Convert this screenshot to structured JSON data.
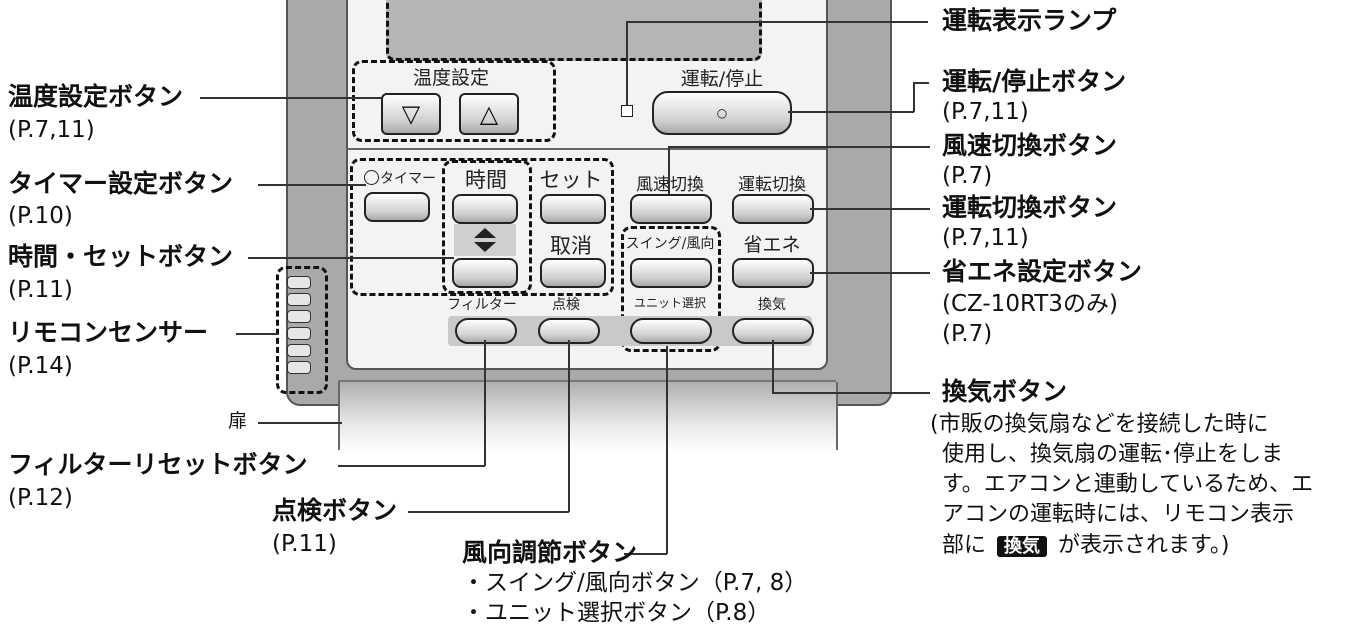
{
  "panel": {
    "temp_setting": "温度設定",
    "temp_down": "▽",
    "temp_up": "△",
    "run_stop": "運転/停止",
    "run_stop_symbol": "○",
    "timer": "タイマー",
    "hour": "時間",
    "set": "セット",
    "cancel": "取消",
    "fan_speed": "風速切換",
    "mode_switch": "運転切換",
    "swing": "スイング/風向",
    "energy_save": "省エネ",
    "filter": "フィルター",
    "check": "点検",
    "unit_select": "ユニット選択",
    "ventilation": "換気"
  },
  "callouts": {
    "run_lamp": "運転表示ランプ",
    "temp_button": "温度設定ボタン",
    "temp_button_ref": "(P.7,11)",
    "timer_button": "タイマー設定ボタン",
    "timer_button_ref": "(P.10)",
    "hour_set_button": "時間・セットボタン",
    "hour_set_ref": "(P.11)",
    "sensor": "リモコンセンサー",
    "sensor_ref": "(P.14)",
    "door": "扉",
    "filter_reset": "フィルターリセットボタン",
    "filter_reset_ref": "(P.12)",
    "check_button": "点検ボタン",
    "check_button_ref": "(P.11)",
    "wind_dir": "風向調節ボタン",
    "wind_dir_sub1": "・スイング/風向ボタン（P.7, 8）",
    "wind_dir_sub2": "・ユニット選択ボタン（P.8）",
    "run_stop_button": "運転/停止ボタン",
    "run_stop_ref": "(P.7,11)",
    "fan_speed_button": "風速切換ボタン",
    "fan_speed_ref": "(P.7)",
    "mode_button": "運転切換ボタン",
    "mode_ref": "(P.7,11)",
    "energy_button": "省エネ設定ボタン",
    "energy_model": "(CZ-10RT3のみ)",
    "energy_ref": "(P.7)",
    "vent_button": "換気ボタン",
    "vent_desc1": "(市販の換気扇などを接続した時に",
    "vent_desc2": "使用し、換気扇の運転･停止をしま",
    "vent_desc3": "す。エアコンと連動しているため、エ",
    "vent_desc4": "アコンの運転時には、リモコン表示",
    "vent_desc5_pre": "部に",
    "vent_badge": "換気",
    "vent_desc5_post": "が表示されます。)"
  }
}
